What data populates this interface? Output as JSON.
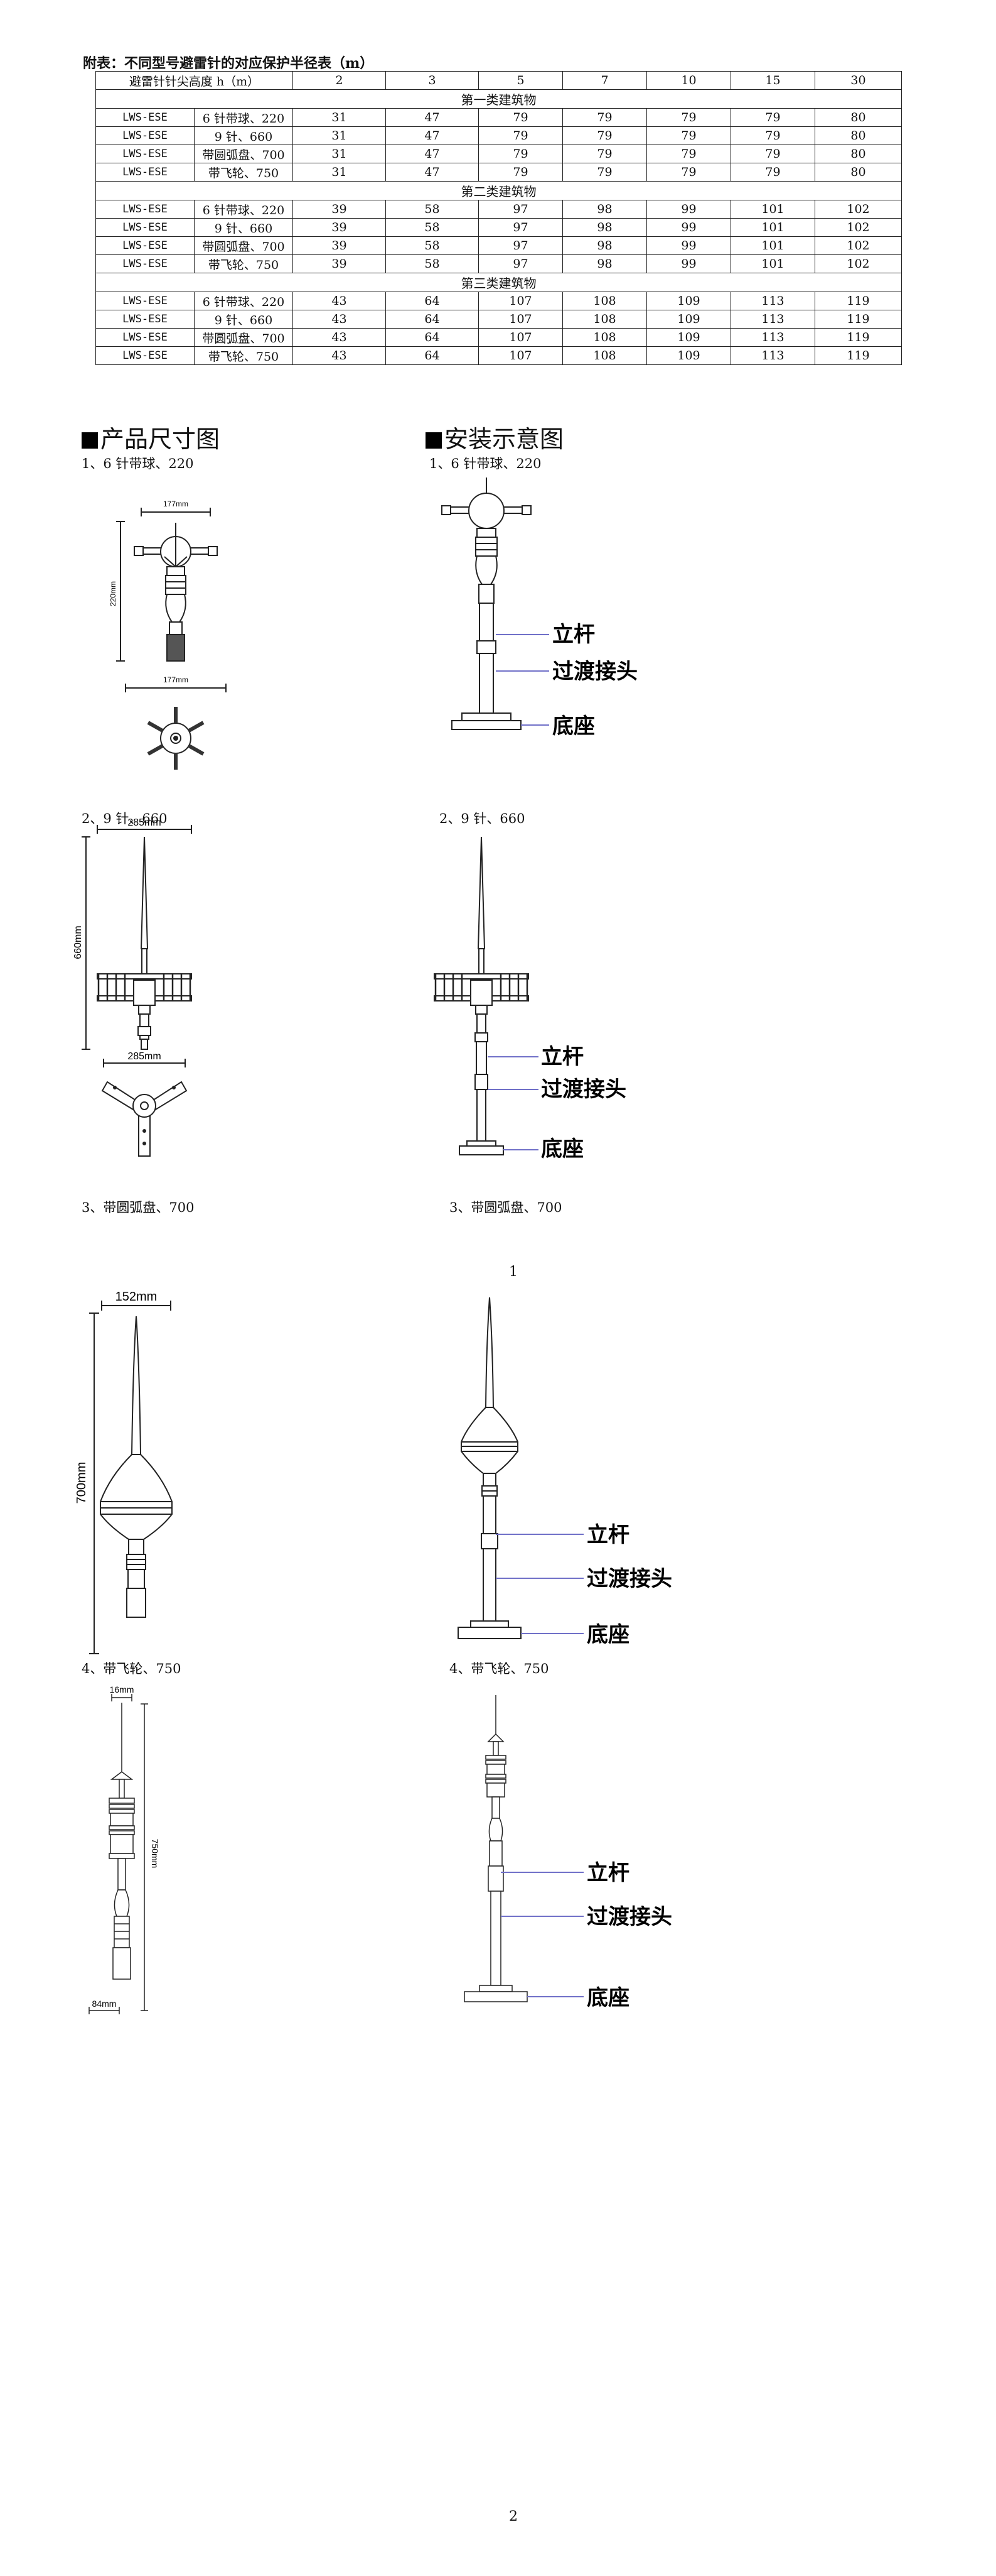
{
  "table": {
    "title": "附表：不同型号避雷针的对应保护半径表（m）",
    "header": [
      "避雷针针尖高度 h（m）",
      "2",
      "3",
      "5",
      "7",
      "10",
      "15",
      "30"
    ],
    "sections": [
      {
        "name": "第一类建筑物",
        "rows": [
          {
            "model": "LWS-ESE",
            "type": "6 针带球、220",
            "values": [
              "31",
              "47",
              "79",
              "79",
              "79",
              "79",
              "80"
            ]
          },
          {
            "model": "LWS-ESE",
            "type": "9 针、660",
            "values": [
              "31",
              "47",
              "79",
              "79",
              "79",
              "79",
              "80"
            ]
          },
          {
            "model": "LWS-ESE",
            "type": "带圆弧盘、700",
            "values": [
              "31",
              "47",
              "79",
              "79",
              "79",
              "79",
              "80"
            ]
          },
          {
            "model": "LWS-ESE",
            "type": "带飞轮、750",
            "values": [
              "31",
              "47",
              "79",
              "79",
              "79",
              "79",
              "80"
            ]
          }
        ]
      },
      {
        "name": "第二类建筑物",
        "rows": [
          {
            "model": "LWS-ESE",
            "type": "6 针带球、220",
            "values": [
              "39",
              "58",
              "97",
              "98",
              "99",
              "101",
              "102"
            ]
          },
          {
            "model": "LWS-ESE",
            "type": "9 针、660",
            "values": [
              "39",
              "58",
              "97",
              "98",
              "99",
              "101",
              "102"
            ]
          },
          {
            "model": "LWS-ESE",
            "type": "带圆弧盘、700",
            "values": [
              "39",
              "58",
              "97",
              "98",
              "99",
              "101",
              "102"
            ]
          },
          {
            "model": "LWS-ESE",
            "type": "带飞轮、750",
            "values": [
              "39",
              "58",
              "97",
              "98",
              "99",
              "101",
              "102"
            ]
          }
        ]
      },
      {
        "name": "第三类建筑物",
        "rows": [
          {
            "model": "LWS-ESE",
            "type": "6 针带球、220",
            "values": [
              "43",
              "64",
              "107",
              "108",
              "109",
              "113",
              "119"
            ]
          },
          {
            "model": "LWS-ESE",
            "type": "9 针、660",
            "values": [
              "43",
              "64",
              "107",
              "108",
              "109",
              "113",
              "119"
            ]
          },
          {
            "model": "LWS-ESE",
            "type": "带圆弧盘、700",
            "values": [
              "43",
              "64",
              "107",
              "108",
              "109",
              "113",
              "119"
            ]
          },
          {
            "model": "LWS-ESE",
            "type": "带飞轮、750",
            "values": [
              "43",
              "64",
              "107",
              "108",
              "109",
              "113",
              "119"
            ]
          }
        ]
      }
    ]
  },
  "sections": {
    "dimensions_heading": "产品尺寸图",
    "install_heading": "安装示意图"
  },
  "captions": {
    "c1": "1、6 针带球、220",
    "c2": "2、9 针、660",
    "c3": "3、带圆弧盘、700",
    "c4": "4、带飞轮、750"
  },
  "install_labels": {
    "pole": "立杆",
    "adapter": "过渡接头",
    "base": "底座"
  },
  "dimensions": {
    "d1_width": "177mm",
    "d1_height": "220mm",
    "d1_bottom_width": "177mm",
    "d2_width": "285mm",
    "d2_height": "660mm",
    "d2_bottom_width": "285mm",
    "d3_width": "152mm",
    "d3_height": "700mm",
    "d4_top": "16mm",
    "d4_height": "750mm",
    "d4_bottom": "84mm"
  },
  "page_numbers": {
    "p1": "1",
    "p2": "2"
  }
}
